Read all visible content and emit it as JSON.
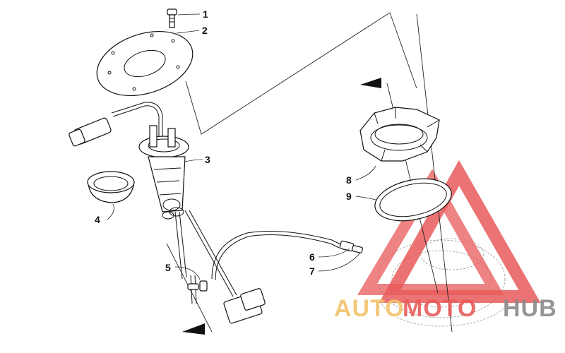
{
  "diagram": {
    "callouts": [
      {
        "id": "1",
        "label": "1"
      },
      {
        "id": "2",
        "label": "2"
      },
      {
        "id": "3",
        "label": "3"
      },
      {
        "id": "4",
        "label": "4"
      },
      {
        "id": "5",
        "label": "5"
      },
      {
        "id": "6",
        "label": "6"
      },
      {
        "id": "7",
        "label": "7"
      },
      {
        "id": "8",
        "label": "8"
      },
      {
        "id": "9",
        "label": "9"
      }
    ]
  },
  "watermark": {
    "text_part_1": "AUTO",
    "text_part_2": "MOTO",
    "text_part_3": "HUB",
    "colors": {
      "triangle": "#e85a5a",
      "auto": "#f2c36b",
      "moto": "#e85a5a",
      "hub": "#8a8a8a"
    }
  }
}
